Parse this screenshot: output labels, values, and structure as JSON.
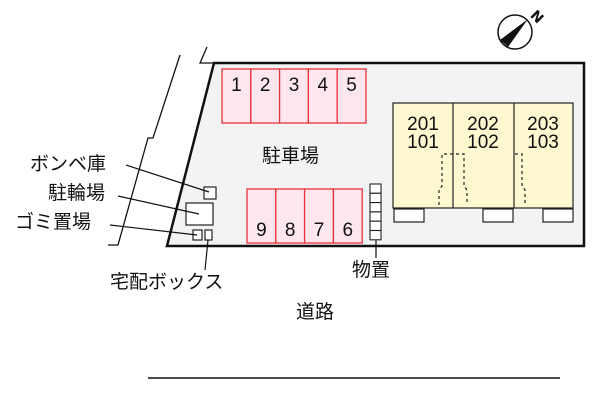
{
  "labels": {
    "gas_storage": "ボンベ庫",
    "bicycle_parking": "駐輪場",
    "garbage": "ゴミ置場",
    "delivery_box": "宅配ボックス",
    "parking": "駐車場",
    "storage": "物置",
    "road": "道路",
    "north": "N"
  },
  "parking_top": [
    "1",
    "2",
    "3",
    "4",
    "5"
  ],
  "parking_bottom": [
    "9",
    "8",
    "7",
    "6"
  ],
  "units": [
    {
      "upper": "201",
      "lower": "101"
    },
    {
      "upper": "202",
      "lower": "102"
    },
    {
      "upper": "203",
      "lower": "103"
    }
  ],
  "colors": {
    "parking_fill": "#fde6ee",
    "parking_stroke": "#e8323c",
    "building_fill": "#fdf8d0",
    "site_fill": "#f3f3f3"
  }
}
